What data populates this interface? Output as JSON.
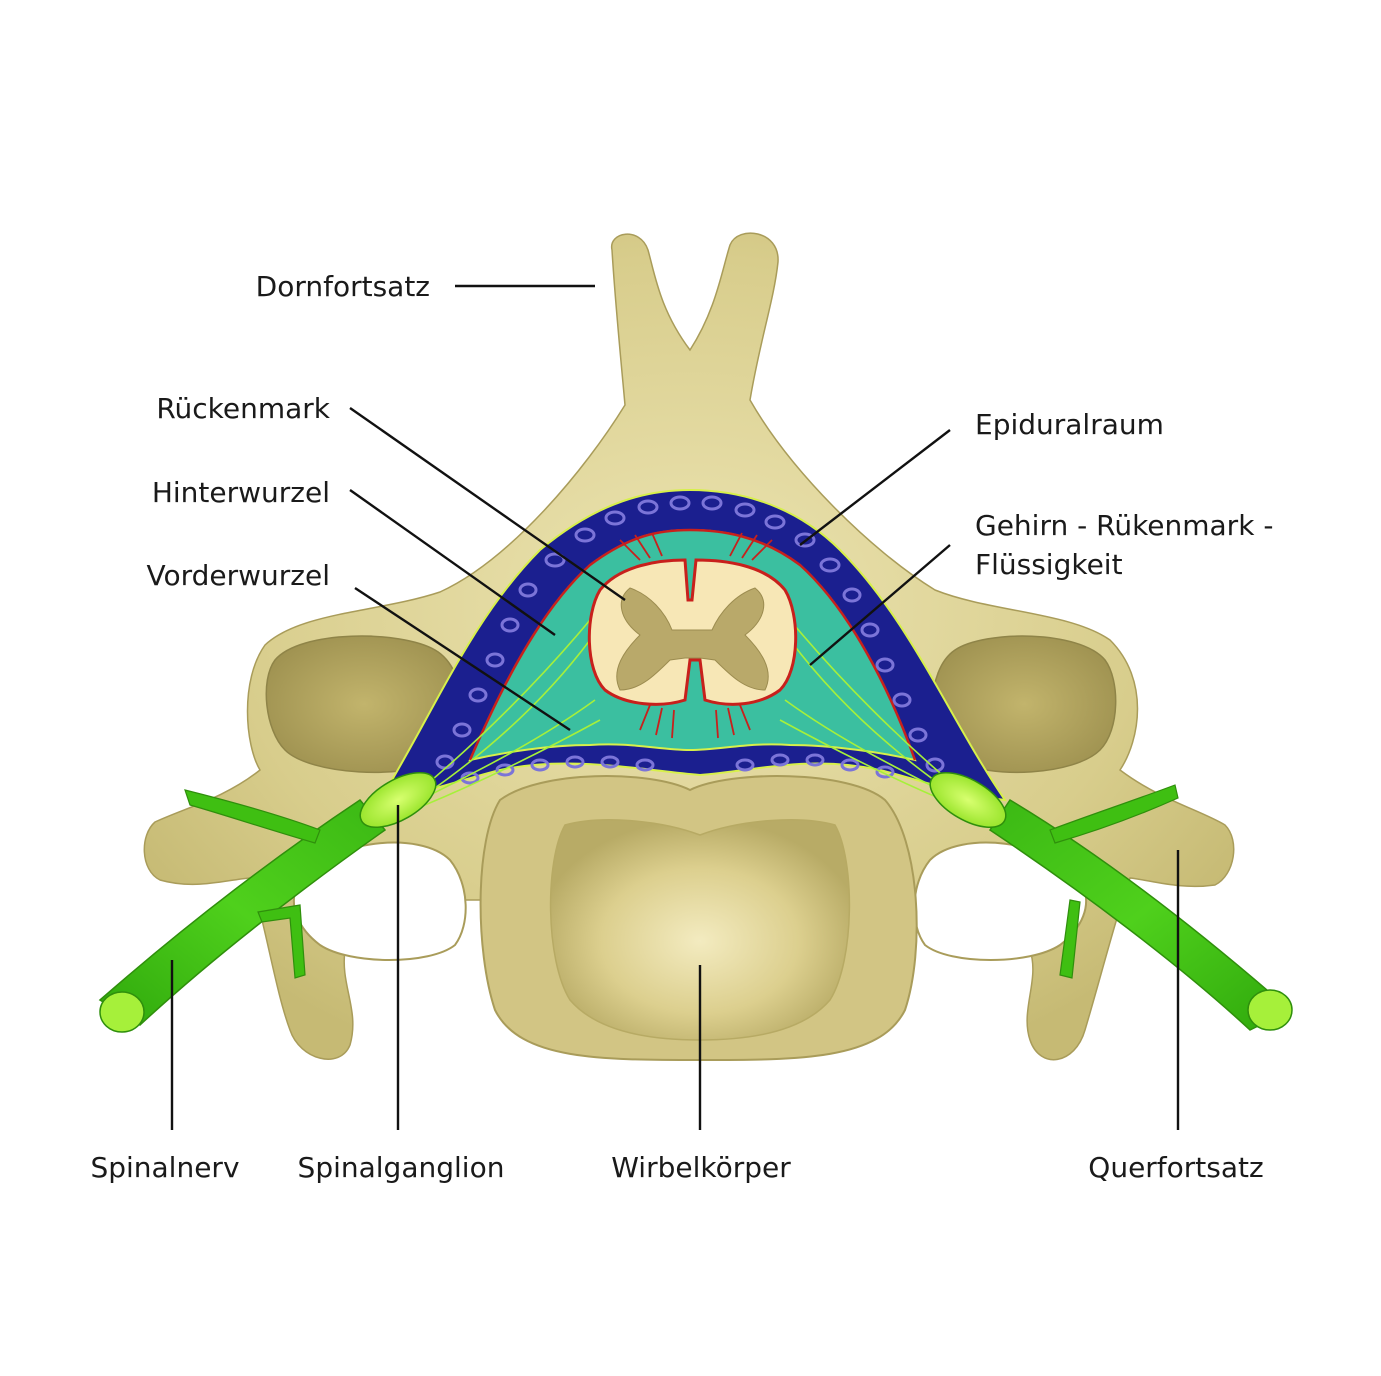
{
  "colors": {
    "bone": "#d8cd8c",
    "bone_light": "#ece4b2",
    "bone_dark": "#a99c5a",
    "bone_edge": "#8f8448",
    "epidural": "#1b1f8f",
    "epidural_ovals": "#7b74d8",
    "csf": "#3bbfa0",
    "meninges": "#c8201c",
    "cord_white": "#f7e7b6",
    "cord_grey": "#b9a96a",
    "nerve": "#3fbf12",
    "nerve_light": "#a6f03a",
    "ganglion": "#b5f52b"
  },
  "labels": {
    "dornfortsatz": "Dornfortsatz",
    "rueckenmark": "Rückenmark",
    "hinterwurzel": "Hinterwurzel",
    "vorderwurzel": "Vorderwurzel",
    "epiduralraum": "Epiduralraum",
    "liquor_line1": "Gehirn - Rükenmark -",
    "liquor_line2": "Flüssigkeit",
    "spinalnerv": "Spinalnerv",
    "spinalganglion": "Spinalganglion",
    "wirbelkoerper": "Wirbelkörper",
    "querfortsatz": "Querfortsatz"
  }
}
